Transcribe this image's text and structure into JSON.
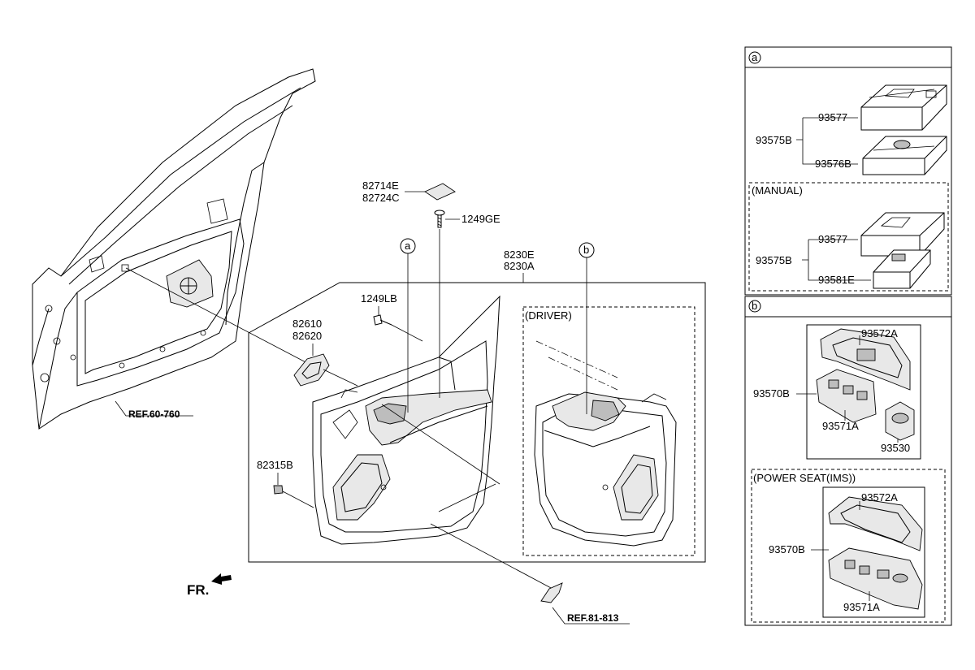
{
  "main": {
    "labels": {
      "p82714E": "82714E",
      "p82724C": "82724C",
      "p1249GE": "1249GE",
      "p8230E": "8230E",
      "p8230A": "8230A",
      "p1249LB": "1249LB",
      "p82610": "82610",
      "p82620": "82620",
      "p82315B": "82315B",
      "driver": "(DRIVER)",
      "ref60": "REF.60-760",
      "ref81": "REF.81-813",
      "fr": "FR.",
      "callout_a": "a",
      "callout_b": "b"
    }
  },
  "panel_a": {
    "callout": "a",
    "labels": {
      "p93577_1": "93577",
      "p93575B_1": "93575B",
      "p93576B": "93576B",
      "manual": "(MANUAL)",
      "p93577_2": "93577",
      "p93575B_2": "93575B",
      "p93581E": "93581E"
    }
  },
  "panel_b": {
    "callout": "b",
    "labels": {
      "p93572A_1": "93572A",
      "p93570B_1": "93570B",
      "p93571A_1": "93571A",
      "p93530": "93530",
      "power_seat": "(POWER SEAT(IMS))",
      "p93572A_2": "93572A",
      "p93570B_2": "93570B",
      "p93571A_2": "93571A"
    }
  }
}
